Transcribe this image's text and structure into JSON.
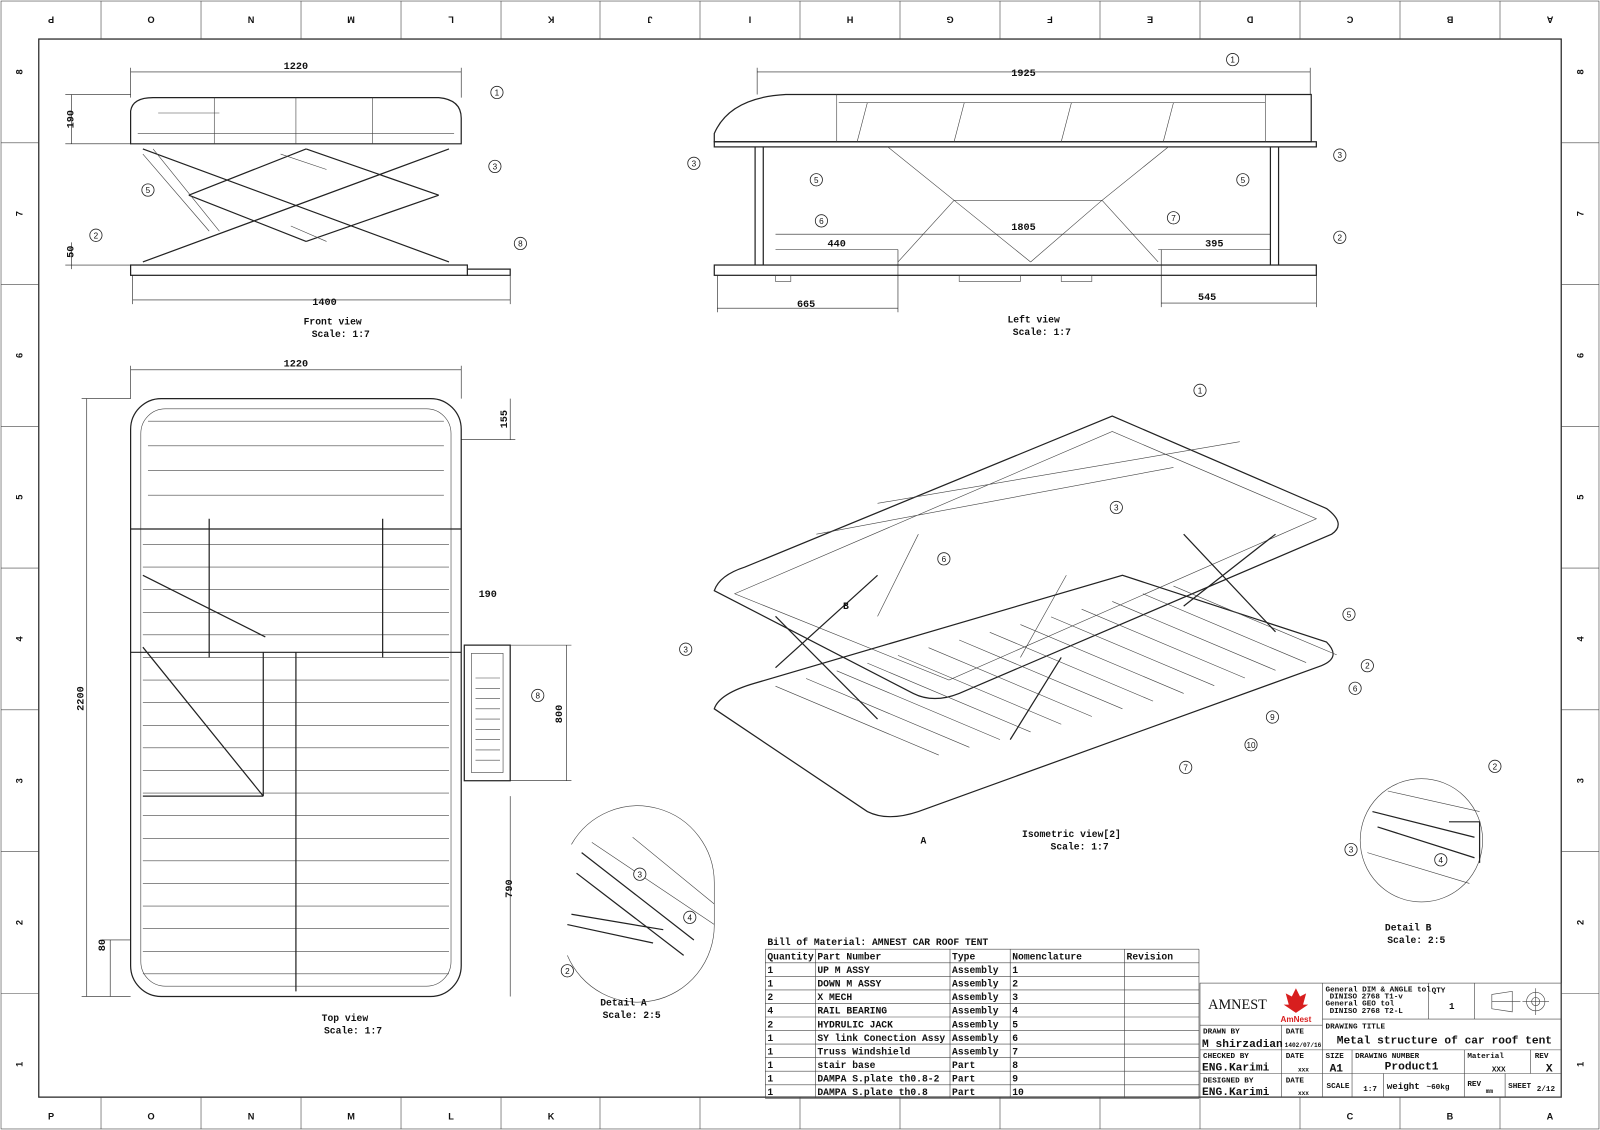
{
  "frame": {
    "columns_top": [
      "P",
      "O",
      "N",
      "M",
      "L",
      "K",
      "J",
      "I",
      "H",
      "G",
      "F",
      "E",
      "D",
      "C",
      "B",
      "A"
    ],
    "columns_bottom": [
      "P",
      "O",
      "N",
      "M",
      "L",
      "K",
      "C",
      "B",
      "A"
    ],
    "rows": [
      "8",
      "7",
      "6",
      "5",
      "4",
      "3",
      "2",
      "1"
    ]
  },
  "views": {
    "front": {
      "title": "Front view",
      "scale": "Scale:  1:7",
      "dims": [
        "1220",
        "190",
        "50",
        "1400"
      ],
      "balloons": [
        "1",
        "3",
        "5",
        "2",
        "8"
      ]
    },
    "left": {
      "title": "Left view",
      "scale": "Scale:  1:7",
      "dims": [
        "1925",
        "1805",
        "440",
        "395",
        "665",
        "545"
      ],
      "balloons": [
        "1",
        "3",
        "5",
        "6",
        "7",
        "5",
        "3",
        "2"
      ]
    },
    "top": {
      "title": "Top view",
      "scale": "Scale:  1:7",
      "dims": [
        "1220",
        "155",
        "2200",
        "190",
        "800",
        "790",
        "80"
      ],
      "balloons": [
        "8"
      ]
    },
    "isometric": {
      "title": "Isometric view[2]",
      "scale": "Scale:  1:7",
      "balloons": [
        "1",
        "3",
        "6",
        "5",
        "2",
        "6",
        "3",
        "9",
        "10",
        "7"
      ],
      "detail_markers": [
        "B",
        "A"
      ]
    },
    "detail_a": {
      "title": "Detail A",
      "scale": "Scale:  2:5",
      "balloons": [
        "3",
        "4",
        "2"
      ]
    },
    "detail_b": {
      "title": "Detail B",
      "scale": "Scale:  2:5",
      "balloons": [
        "2",
        "3",
        "4"
      ]
    }
  },
  "bom": {
    "title": "Bill of Material: AMNEST CAR ROOF TENT",
    "headers": [
      "Quantity",
      "Part Number",
      "Type",
      "Nomenclature",
      "Revision"
    ],
    "rows": [
      [
        "1",
        "UP M ASSY",
        "Assembly",
        "1",
        ""
      ],
      [
        "1",
        "DOWN M ASSY",
        "Assembly",
        "2",
        ""
      ],
      [
        "2",
        "X MECH",
        "Assembly",
        "3",
        ""
      ],
      [
        "4",
        "RAIL BEARING",
        "Assembly",
        "4",
        ""
      ],
      [
        "2",
        "HYDRULIC JACK",
        "Assembly",
        "5",
        ""
      ],
      [
        "1",
        "SY link Conection Assy",
        "Assembly",
        "6",
        ""
      ],
      [
        "1",
        "Truss Windshield",
        "Assembly",
        "7",
        ""
      ],
      [
        "1",
        "stair base",
        "Part",
        "8",
        ""
      ],
      [
        "1",
        "DAMPA S.plate th0.8-2",
        "Part",
        "9",
        ""
      ],
      [
        "1",
        "DAMPA S.plate th0.8",
        "Part",
        "10",
        ""
      ]
    ]
  },
  "title_block": {
    "company": "AMNEST",
    "logo_text": "AmNest",
    "logo_color": "#d81e1e",
    "tolerance": [
      "General DIM & ANGLE tol",
      "DINISO 2768 T1-v",
      "General GEO tol",
      "DINISO 2768 T2-L"
    ],
    "qty_label": "QTY",
    "qty": "1",
    "drawn_by_label": "DRAWN BY",
    "drawn_by": "M shirzadian",
    "drawn_date_label": "DATE",
    "drawn_date": "1402/07/16",
    "checked_by_label": "CHECKED BY",
    "checked_by": "ENG.Karimi",
    "checked_date_label": "DATE",
    "checked_date": "xxx",
    "designed_by_label": "DESIGNED BY",
    "designed_by": "ENG.Karimi",
    "designed_date_label": "DATE",
    "designed_date": "xxx",
    "drawing_title_label": "DRAWING TITLE",
    "drawing_title": "Metal structure of car roof tent",
    "size_label": "SIZE",
    "size": "A1",
    "drawing_number_label": "DRAWING NUMBER",
    "drawing_number": "Product1",
    "material_label": "Material",
    "material": "XXX",
    "rev_label": "REV",
    "rev": "X",
    "scale_label": "SCALE",
    "scale": "1:7",
    "weight_label": "weight",
    "weight": "~60kg",
    "rev2_label": "REV",
    "rev2": "mm",
    "sheet_label": "SHEET",
    "sheet": "2/12"
  }
}
